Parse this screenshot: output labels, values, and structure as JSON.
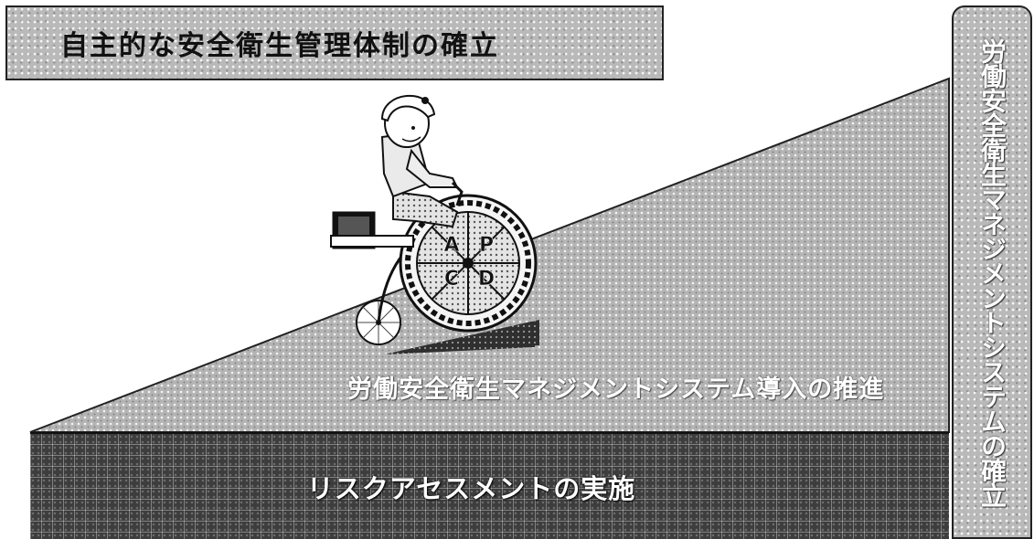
{
  "top_title": "自主的な安全衛生管理体制の確立",
  "side_title": "労働安全衛生マネジメントシステムの確立",
  "ramp_label": "労働安全衛生マネジメントシステム導入の推進",
  "base_label": "リスクアセスメントの実施",
  "wheel_letters": [
    "A",
    "P",
    "C",
    "D"
  ],
  "colors": {
    "ramp_gray": "#b9b9b9",
    "base_dark": "#3d3d3d",
    "outline": "#222222",
    "label_white": "#ffffff"
  }
}
